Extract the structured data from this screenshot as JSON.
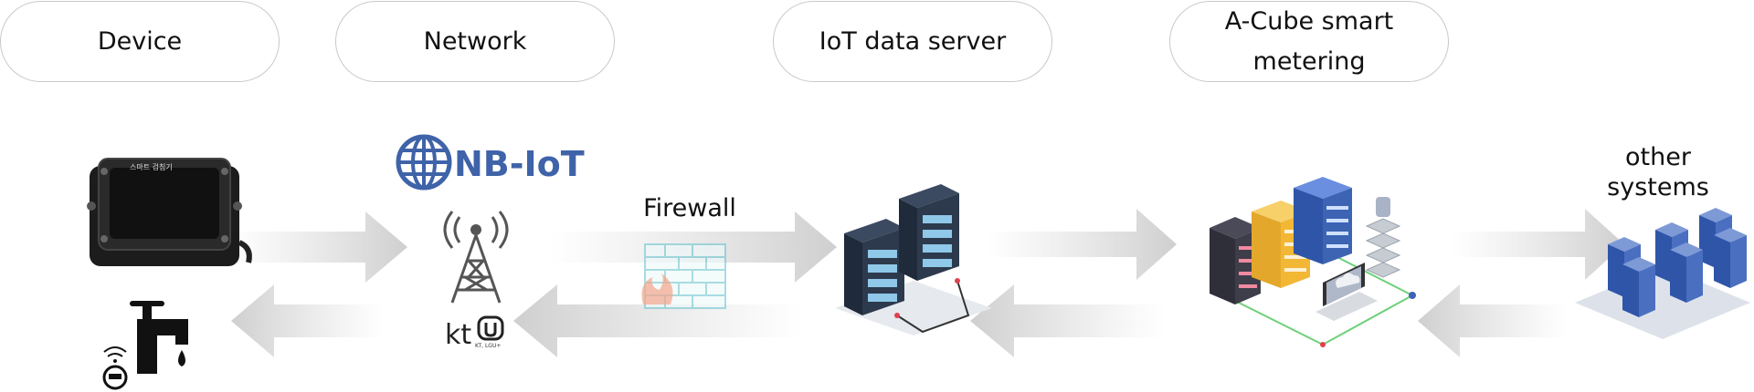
{
  "headers": {
    "device": "Device",
    "network": "Network",
    "iot_server": "IoT data server",
    "acube": "A-Cube smart metering"
  },
  "labels": {
    "firewall": "Firewall",
    "other_systems": "other systems",
    "nb_iot": "NB-IoT",
    "kt": "kt",
    "kt_sub": "KT, LGU+",
    "device_caption": "스마트 검침기"
  },
  "icons": [
    "smart-meter-device-icon",
    "water-tap-meter-icon",
    "nb-iot-globe-logo",
    "cell-tower-icon",
    "firewall-icon",
    "iot-server-racks-icon",
    "acube-platform-icon",
    "other-systems-servers-icon"
  ],
  "colors": {
    "arrow": "#d9d9d9",
    "nb_blue": "#3f63a8",
    "rack_dark": "#2d3a4d",
    "server_blue": "#3d64b3",
    "server_yellow": "#f2b735"
  }
}
